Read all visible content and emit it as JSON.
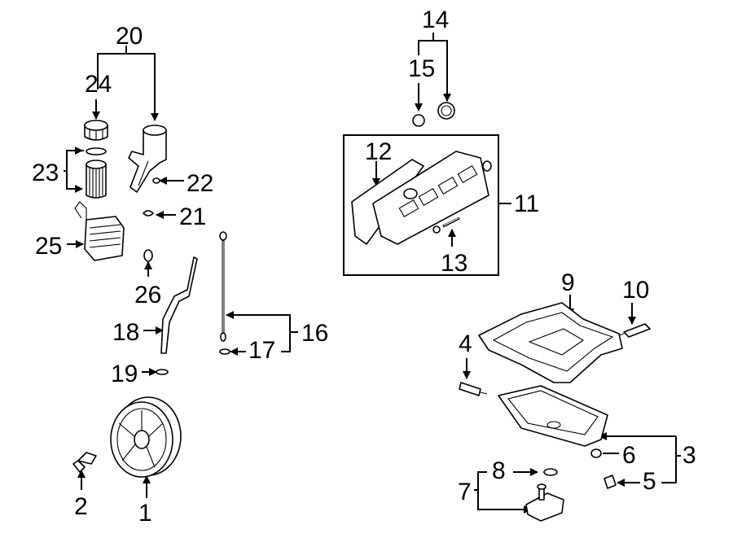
{
  "diagram": {
    "callouts": {
      "c1": "1",
      "c2": "2",
      "c3": "3",
      "c4": "4",
      "c5": "5",
      "c6": "6",
      "c7": "7",
      "c8": "8",
      "c9": "9",
      "c10": "10",
      "c11": "11",
      "c12": "12",
      "c13": "13",
      "c14": "14",
      "c15": "15",
      "c16": "16",
      "c17": "17",
      "c18": "18",
      "c19": "19",
      "c20": "20",
      "c21": "21",
      "c22": "22",
      "c23": "23",
      "c24": "24",
      "c25": "25",
      "c26": "26"
    }
  }
}
